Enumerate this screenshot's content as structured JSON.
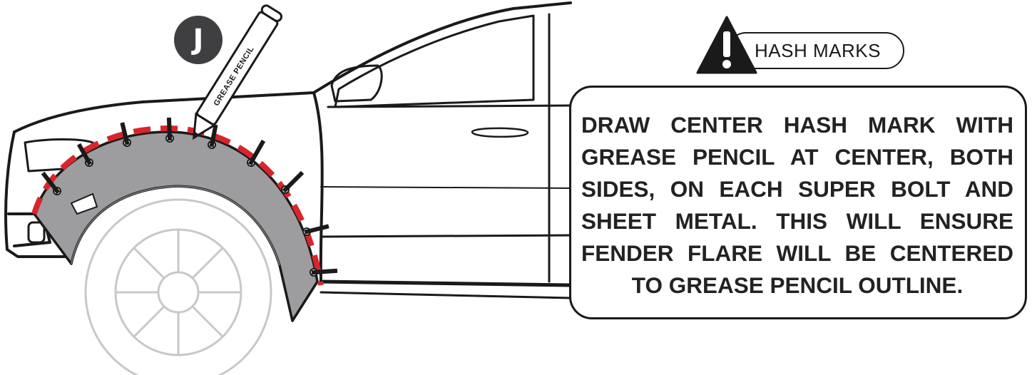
{
  "step": {
    "letter": "J"
  },
  "pencil": {
    "label": "GREASE PENCIL"
  },
  "warning": {
    "label": "HASH MARKS",
    "icon": "warning-triangle-icon"
  },
  "instruction": {
    "lines": [
      "DRAW CENTER HASH MARK WITH",
      "GREASE PENCIL AT CENTER, BOTH",
      "SIDES, ON EACH SUPER BOLT AND",
      "SHEET METAL. THIS WILL ENSURE",
      "FENDER FLARE WILL BE CENTERED",
      "TO GREASE PENCIL OUTLINE."
    ]
  },
  "colors": {
    "outline": "#d7262b",
    "flare": "#9d9d9f",
    "badge": "#3f3f41",
    "line": "#1a1a1a"
  }
}
